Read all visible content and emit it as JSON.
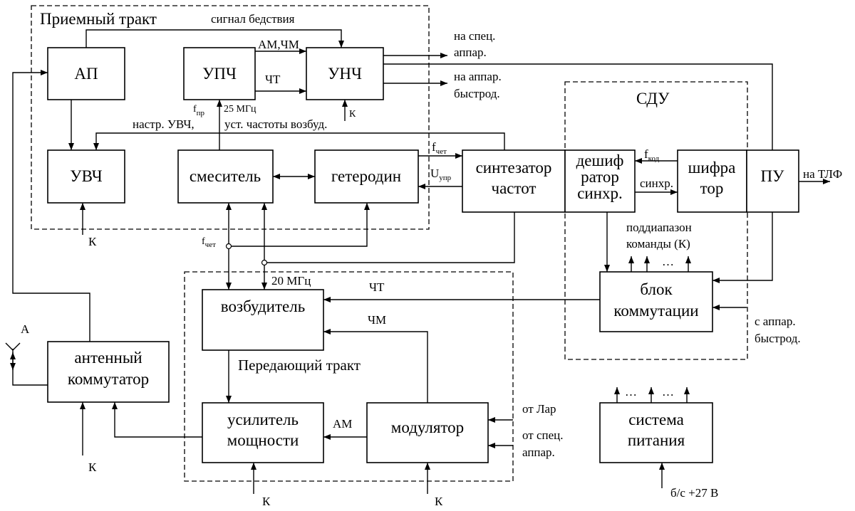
{
  "groups": {
    "rx": "Приемный тракт",
    "tx": "Передающий тракт",
    "sdu": "СДУ"
  },
  "blocks": {
    "ap": "АП",
    "upch": "УПЧ",
    "unch": "УНЧ",
    "uvch": "УВЧ",
    "mixer": "смеситель",
    "lo": "гетеродин",
    "synth": [
      "синтезатор",
      "частот"
    ],
    "decoder": [
      "дешиф",
      "ратор",
      "синхр."
    ],
    "coder": [
      "шифра",
      "тор"
    ],
    "pu": "ПУ",
    "switch_unit": [
      "блок",
      "коммутации"
    ],
    "exciter": "возбудитель",
    "amp": [
      "усилитель",
      "мощности"
    ],
    "modulator": "модулятор",
    "antsw": [
      "антенный",
      "коммутатор"
    ],
    "power": [
      "система",
      "питания"
    ]
  },
  "labels": {
    "distress": "сигнал бедствия",
    "am_fm": "АМ,ЧМ",
    "cht": "ЧТ",
    "to_spec": [
      "на спец.",
      "аппар."
    ],
    "to_fast": [
      "на аппар.",
      "быстрод."
    ],
    "f_if": "f",
    "f_if_sub": "пр",
    "mhz25": "25 МГц",
    "k": "К",
    "tune": "настр. УВЧ,",
    "set_freq": "уст. частоты возбуд.",
    "f_cht": "f",
    "f_cht_sub": "чет",
    "u_ctrl": "U",
    "u_ctrl_sub": "упр",
    "f_code": "f",
    "f_code_sub": "код",
    "sync": "синхр.",
    "to_tlf": "на ТЛФ",
    "subband": [
      "поддиапазон",
      "команды (К)"
    ],
    "ellipsis": "…",
    "from_fast": [
      "с аппар.",
      "быстрод."
    ],
    "mhz20": "20 МГц",
    "tx_cht": "ЧТ",
    "tx_chm": "ЧМ",
    "am": "АМ",
    "from_lar": "от Лар",
    "from_spec": [
      "от спец.",
      "аппар."
    ],
    "antenna": "А",
    "supply": "б/с +27 В"
  }
}
